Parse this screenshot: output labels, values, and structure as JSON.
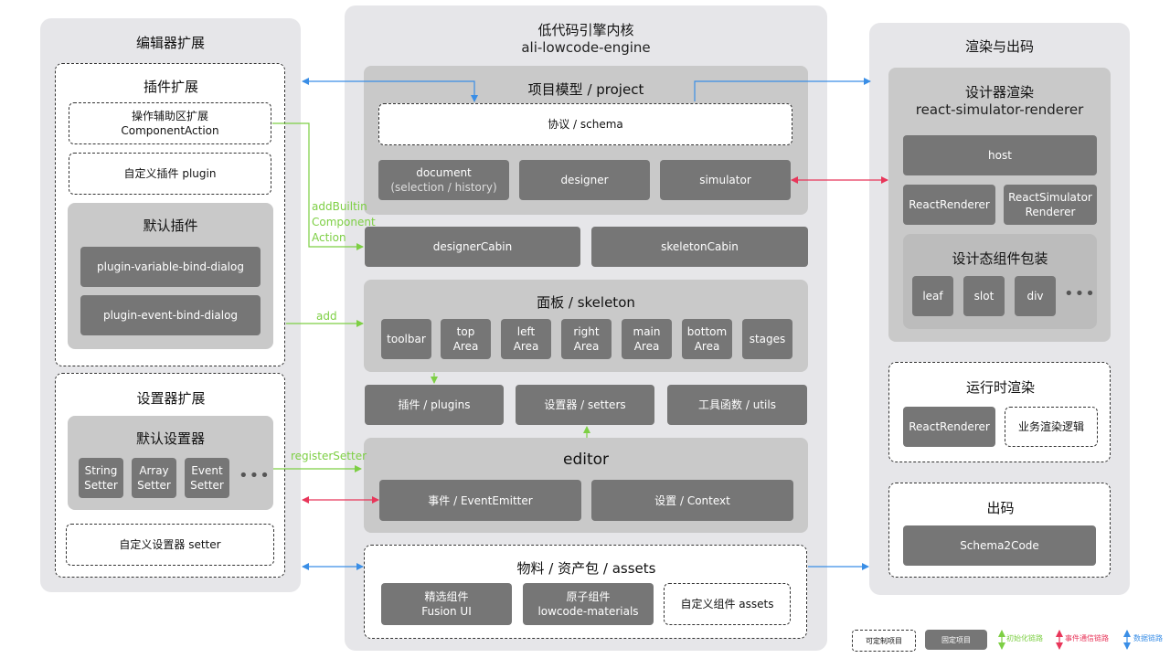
{
  "editor_ext": {
    "title": "编辑器扩展",
    "plugin_ext": {
      "title": "插件扩展",
      "component_action": [
        "操作辅助区扩展",
        "ComponentAction"
      ],
      "custom_plugin": "自定义插件 plugin",
      "default_plugins": {
        "title": "默认插件",
        "items": [
          "plugin-variable-bind-dialog",
          "plugin-event-bind-dialog"
        ]
      }
    },
    "setter_ext": {
      "title": "设置器扩展",
      "default_setters": {
        "title": "默认设置器",
        "items": [
          [
            "String",
            "Setter"
          ],
          [
            "Array",
            "Setter"
          ],
          [
            "Event",
            "Setter"
          ]
        ],
        "more": "•••"
      },
      "custom_setter": "自定义设置器 setter"
    }
  },
  "core": {
    "title": "低代码引擎内核",
    "subtitle": "ali-lowcode-engine",
    "project": {
      "title": "项目模型 / project",
      "schema": "协议 / schema",
      "document": [
        "document",
        "(selection / history)"
      ],
      "designer": "designer",
      "simulator": "simulator"
    },
    "designer_cabin": "designerCabin",
    "skeleton_cabin": "skeletonCabin",
    "skeleton": {
      "title": "面板 / skeleton",
      "items": [
        [
          "toolbar"
        ],
        [
          "top",
          "Area"
        ],
        [
          "left",
          "Area"
        ],
        [
          "right",
          "Area"
        ],
        [
          "main",
          "Area"
        ],
        [
          "bottom",
          "Area"
        ],
        [
          "stages"
        ]
      ]
    },
    "plugins": "插件 / plugins",
    "setters": "设置器 / setters",
    "utils": "工具函数 / utils",
    "editor": {
      "title": "editor",
      "event_emitter": "事件 / EventEmitter",
      "context": "设置 / Context"
    },
    "assets": {
      "title": "物料 / 资产包 / assets",
      "fusion": [
        "精选组件",
        "Fusion UI"
      ],
      "lowcode_materials": [
        "原子组件",
        "lowcode-materials"
      ],
      "custom_assets": "自定义组件 assets"
    }
  },
  "render": {
    "title": "渲染与出码",
    "designer_renderer": {
      "title": "设计器渲染",
      "subtitle": "react-simulator-renderer",
      "host": "host",
      "react_renderer": "ReactRenderer",
      "react_simulator_renderer": [
        "ReactSimulator",
        "Renderer"
      ],
      "wrapper": {
        "title": "设计态组件包装",
        "items": [
          "leaf",
          "slot",
          "div"
        ],
        "more": "•••"
      }
    },
    "runtime": {
      "title": "运行时渲染",
      "react_renderer": "ReactRenderer",
      "business": "业务渲染逻辑"
    },
    "codegen": {
      "title": "出码",
      "schema2code": "Schema2Code"
    }
  },
  "connectors": {
    "add_builtin": [
      "addBuiltin",
      "Component",
      "Action"
    ],
    "add": "add",
    "register_setter": "registerSetter"
  },
  "legend": {
    "customizable": "可定制项目",
    "fixed": "固定项目",
    "init": "初始化链路",
    "event": "事件通信链路",
    "data": "数据链路"
  },
  "colors": {
    "green": "#7dcf44",
    "red": "#e8365a",
    "blue": "#3a8ee6",
    "fixed_box": "#767676",
    "group_box": "#c9c9c9",
    "panel": "#e6e6e9"
  }
}
